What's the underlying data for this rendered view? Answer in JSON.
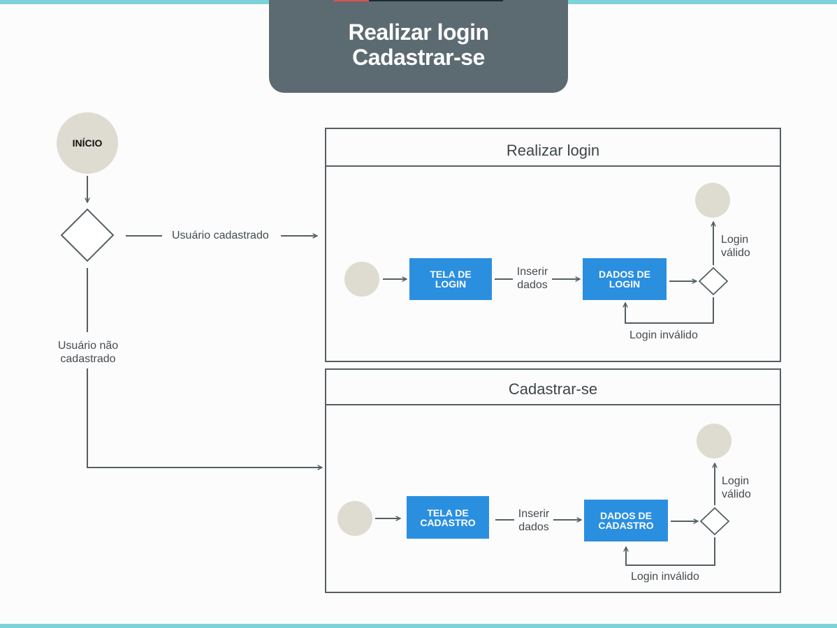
{
  "header": {
    "title_line1": "Realizar login",
    "title_line2": "Cadastrar-se"
  },
  "start": {
    "label": "INÍCIO"
  },
  "edges": {
    "registered": "Usuário cadastrado",
    "not_registered_line1": "Usuário não",
    "not_registered_line2": "cadastrado"
  },
  "login": {
    "title": "Realizar login",
    "screen_line1": "TELA DE",
    "screen_line2": "LOGIN",
    "input_line1": "Inserir",
    "input_line2": "dados",
    "data_line1": "DADOS DE",
    "data_line2": "LOGIN",
    "valid_line1": "Login",
    "valid_line2": "válido",
    "invalid": "Login inválido"
  },
  "register": {
    "title": "Cadastrar-se",
    "screen_line1": "TELA DE",
    "screen_line2": "CADASTRO",
    "input_line1": "Inserir",
    "input_line2": "dados",
    "data_line1": "DADOS DE",
    "data_line2": "CADASTRO",
    "valid_line1": "Login",
    "valid_line2": "válido",
    "invalid": "Login inválido"
  },
  "colors": {
    "accent_bar": "#7dd3d8",
    "header_bg": "#5c6b72",
    "box_blue": "#2b8fe0",
    "node_beige": "#dedbd0",
    "line": "#555f63"
  }
}
